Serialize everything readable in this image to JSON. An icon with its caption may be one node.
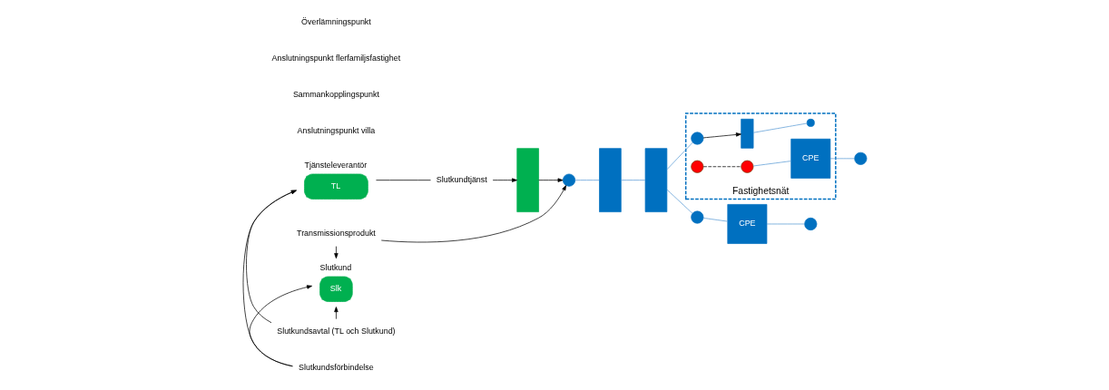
{
  "diagram": {
    "nodes": [
      {
        "text": [
          "TL"
        ],
        "beside": [
          "Tjänsteleverantör"
        ]
      },
      {
        "text": [
          "Slk"
        ],
        "beside": [
          "Slutkund"
        ]
      },
      {
        "text": [
          "Slutkundsavtal (TL och Slutkund)"
        ]
      },
      {
        "text": [
          "Slutkundsförbindelse"
        ]
      },
      {
        "text": [
          "Transmissionsprodukt"
        ]
      },
      {
        "text": [
          "Slutkundtjänst"
        ]
      },
      {
        "text": [],
        "shape": "bar"
      },
      {
        "text": [],
        "shape": "circle"
      },
      {
        "text": [],
        "shape": "bar"
      },
      {
        "text": [],
        "shape": "bar"
      },
      {
        "text": [],
        "shape": "circle"
      },
      {
        "text": [
          "CPE"
        ]
      },
      {
        "text": [],
        "shape": "circle"
      },
      {
        "text": [
          "Fastighetsnät"
        ]
      },
      {
        "text": [],
        "shape": "circle",
        "in": 13
      },
      {
        "text": [],
        "shape": "bar",
        "in": 13
      },
      {
        "text": [],
        "shape": "circle",
        "in": 13
      },
      {
        "text": [],
        "shape": "circle",
        "in": 13
      },
      {
        "text": [],
        "shape": "circle",
        "in": 13
      },
      {
        "text": [
          "CPE"
        ],
        "in": 13
      },
      {
        "text": [],
        "shape": "circle"
      }
    ],
    "edges": [
      {
        "from": 2,
        "to": 0,
        "arrow": "to"
      },
      {
        "from": 2,
        "to": 1,
        "arrow": "to"
      },
      {
        "from": 3,
        "to": 0,
        "arrow": "to"
      },
      {
        "from": 3,
        "to": 1,
        "arrow": "to"
      },
      {
        "from": 4,
        "to": 7,
        "arrow": "to"
      },
      {
        "from": 4,
        "to": 1,
        "arrow": "to"
      },
      {
        "from": 0,
        "to": 5,
        "arrow": "none"
      },
      {
        "from": 5,
        "to": 6,
        "arrow": "to"
      },
      {
        "from": 6,
        "to": 7,
        "arrow": "to"
      },
      {
        "from": 7,
        "to": 8,
        "arrow": "none",
        "color": "#5b9bd5"
      },
      {
        "from": 8,
        "to": 9,
        "arrow": "none",
        "color": "#5b9bd5"
      },
      {
        "from": 9,
        "to": 10,
        "arrow": "none",
        "color": "#5b9bd5"
      },
      {
        "from": 10,
        "to": 11,
        "arrow": "none",
        "color": "#5b9bd5"
      },
      {
        "from": 11,
        "to": 12,
        "arrow": "none",
        "color": "#5b9bd5"
      },
      {
        "from": 9,
        "to": 14,
        "arrow": "none",
        "color": "#5b9bd5"
      },
      {
        "from": 14,
        "to": 15,
        "arrow": "to"
      },
      {
        "from": 15,
        "to": 16,
        "arrow": "none",
        "color": "#5b9bd5"
      },
      {
        "from": 17,
        "to": 18,
        "arrow": "none",
        "style": "dashed"
      },
      {
        "from": 18,
        "to": 19,
        "arrow": "none",
        "color": "#5b9bd5"
      },
      {
        "from": 19,
        "to": 20,
        "arrow": "none",
        "color": "#5b9bd5"
      }
    ],
    "labels": [
      "Anslutningspunkt villa",
      "Sammankopplingspunkt",
      "Anslutningspunkt flerfamiljsfastighet",
      "Överlämningspunkt"
    ]
  }
}
